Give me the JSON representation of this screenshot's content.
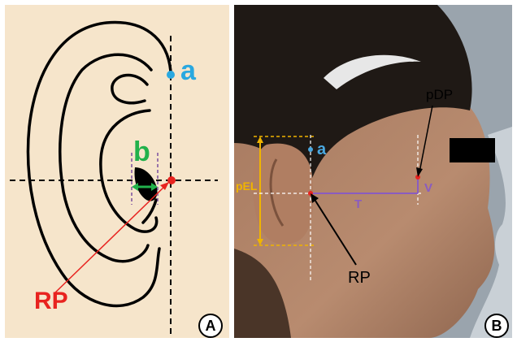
{
  "panel_a": {
    "label_a": "a",
    "label_b": "b",
    "label_rp": "RP",
    "badge": "A",
    "colors": {
      "background": "#f6e5cb",
      "a": "#29a8e0",
      "b": "#22b14c",
      "rp": "#e8231f",
      "guides": "#7a4fa0"
    }
  },
  "panel_b": {
    "label_pdp": "pDP",
    "label_a": "a",
    "label_pel": "pEL",
    "label_t": "T",
    "label_v": "V",
    "label_rp": "RP",
    "badge": "B",
    "colors": {
      "pel": "#f0b400",
      "t": "#8a5cc0",
      "a": "#4aa8e0"
    }
  }
}
